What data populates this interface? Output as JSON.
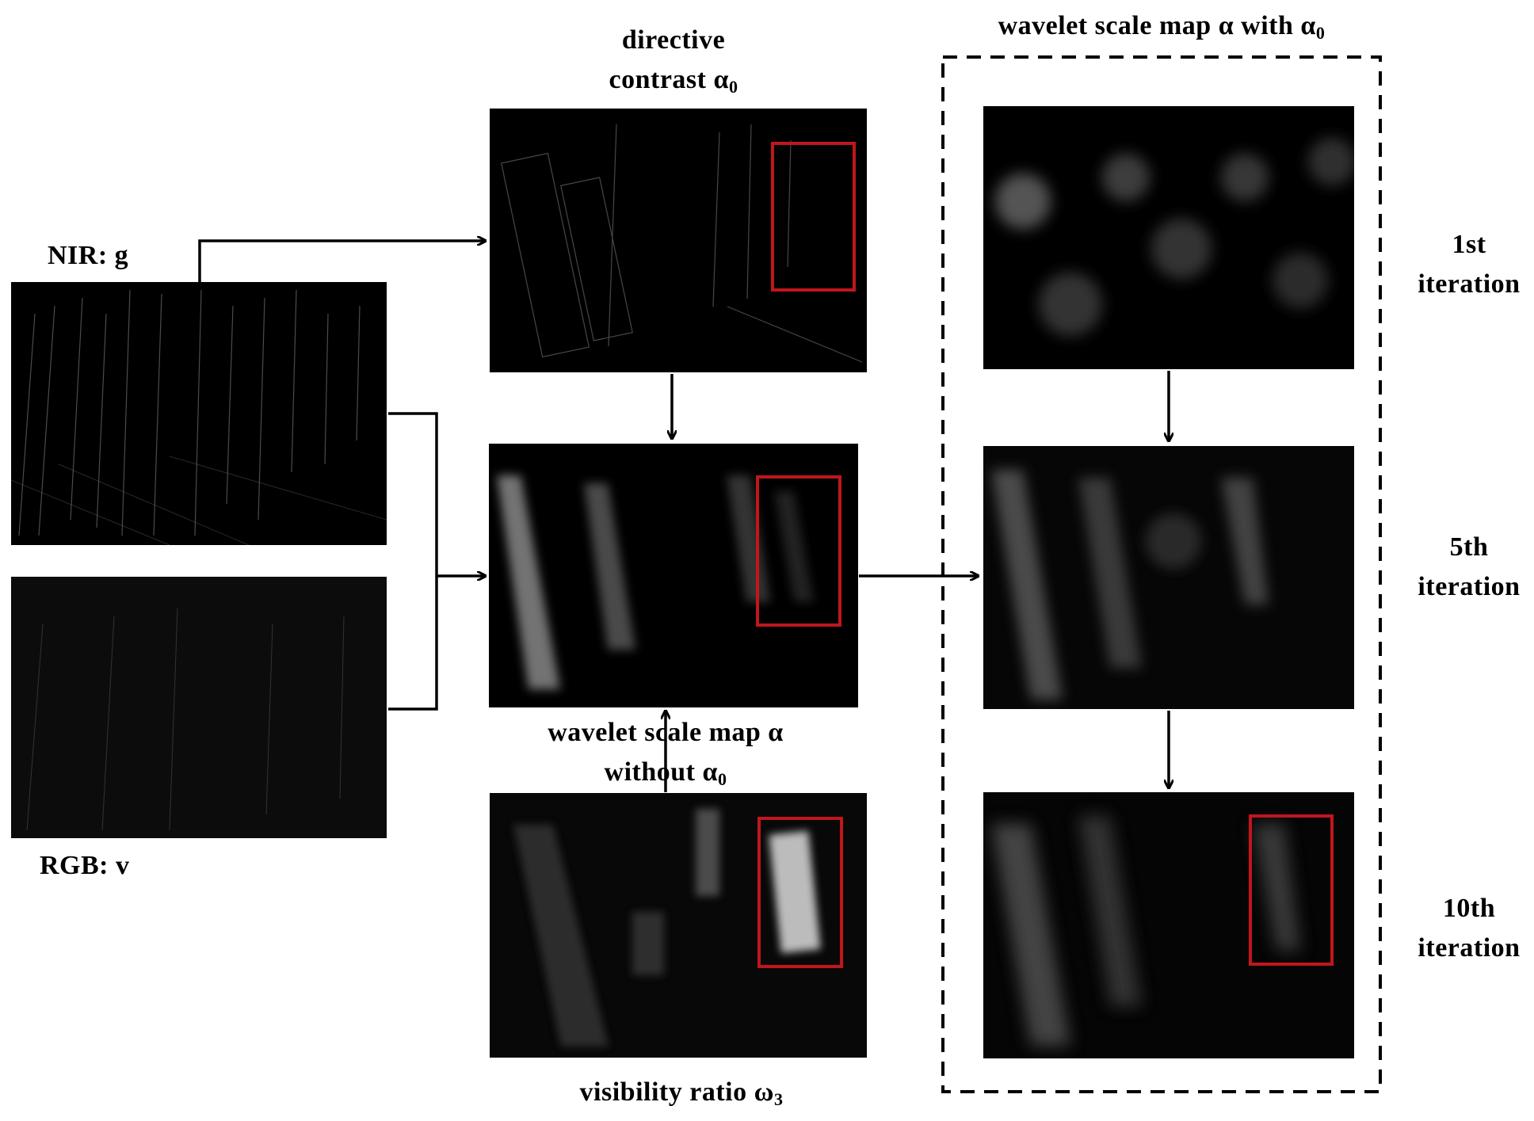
{
  "labels": {
    "nir": "NIR: g",
    "rgb": "RGB: v",
    "directive_line1": "directive",
    "directive_line2": "contrast α",
    "directive_sub": "0",
    "wsm_without_line1": "wavelet scale map α",
    "wsm_without_line2": "without α",
    "wsm_without_sub": "0",
    "visibility": "visibility ratio ω",
    "visibility_sub": "3",
    "wsm_with": "wavelet scale map α with α",
    "wsm_with_sub": "0",
    "iter1_a": "1st",
    "iter1_b": "iteration",
    "iter5_a": "5th",
    "iter5_b": "iteration",
    "iter10_a": "10th",
    "iter10_b": "iteration"
  },
  "colors": {
    "highlight_box": "#c0161c",
    "arrow": "#000000",
    "dashed_frame": "#000000"
  }
}
